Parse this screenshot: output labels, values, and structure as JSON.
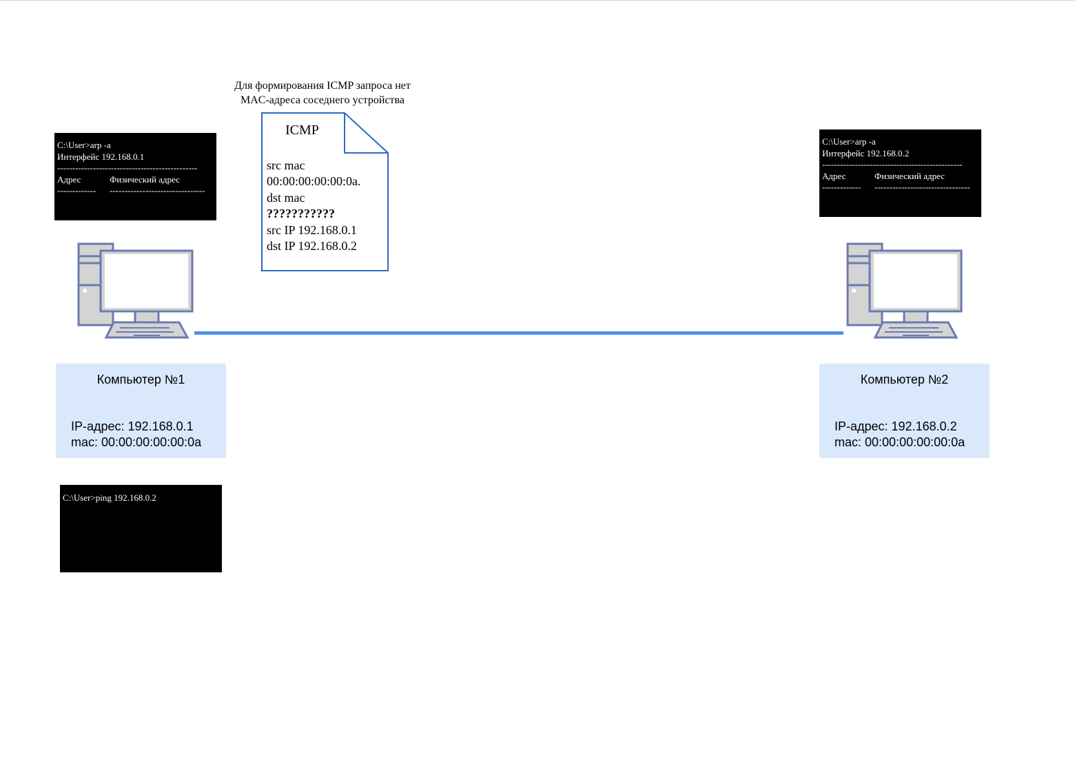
{
  "colors": {
    "terminal_bg": "#000000",
    "terminal_text": "#ffffff",
    "link": "#4f8ff0",
    "info_bg": "#dae8fc",
    "packet_border": "#2f6ac0",
    "computer_fill": "#d4d4d4",
    "computer_stroke": "#6c7ab0"
  },
  "icons": {
    "computer": "desktop-computer-icon",
    "packet": "document-icon"
  },
  "note": {
    "line1": "Для формирования ICMP запроса нет",
    "line2": "MAC-адреса соседнего устройства"
  },
  "packet": {
    "title": "ICMP",
    "src_mac_label": "src mac",
    "src_mac_value": "00:00:00:00:00:0a.",
    "dst_mac_label": "dst mac",
    "dst_mac_value": "???????????",
    "src_ip": "src IP 192.168.0.1",
    "dst_ip": "dst IP 192.168.0.2"
  },
  "terminal_arp_1": {
    "command": "C:\\User>arp -a",
    "interface": "Интерфейс 192.168.0.1",
    "divider": "-----------------------------------------------",
    "col_address": "Адрес",
    "col_physical": "Физический адрес",
    "underline_address": "-------------",
    "underline_physical": "--------------------------------"
  },
  "terminal_arp_2": {
    "command": "C:\\User>arp -a",
    "interface": "Интерфейс 192.168.0.2",
    "divider": "-----------------------------------------------",
    "col_address": "Адрес",
    "col_physical": "Физический адрес",
    "underline_address": "-------------",
    "underline_physical": "--------------------------------"
  },
  "terminal_ping": {
    "command": "C:\\User>ping 192.168.0.2"
  },
  "computer_1": {
    "name": "Компьютер №1",
    "ip": "IP-адрес: 192.168.0.1",
    "mac": "mac: 00:00:00:00:00:0a"
  },
  "computer_2": {
    "name": "Компьютер №2",
    "ip": "IP-адрес: 192.168.0.2",
    "mac": "mac: 00:00:00:00:00:0a"
  }
}
